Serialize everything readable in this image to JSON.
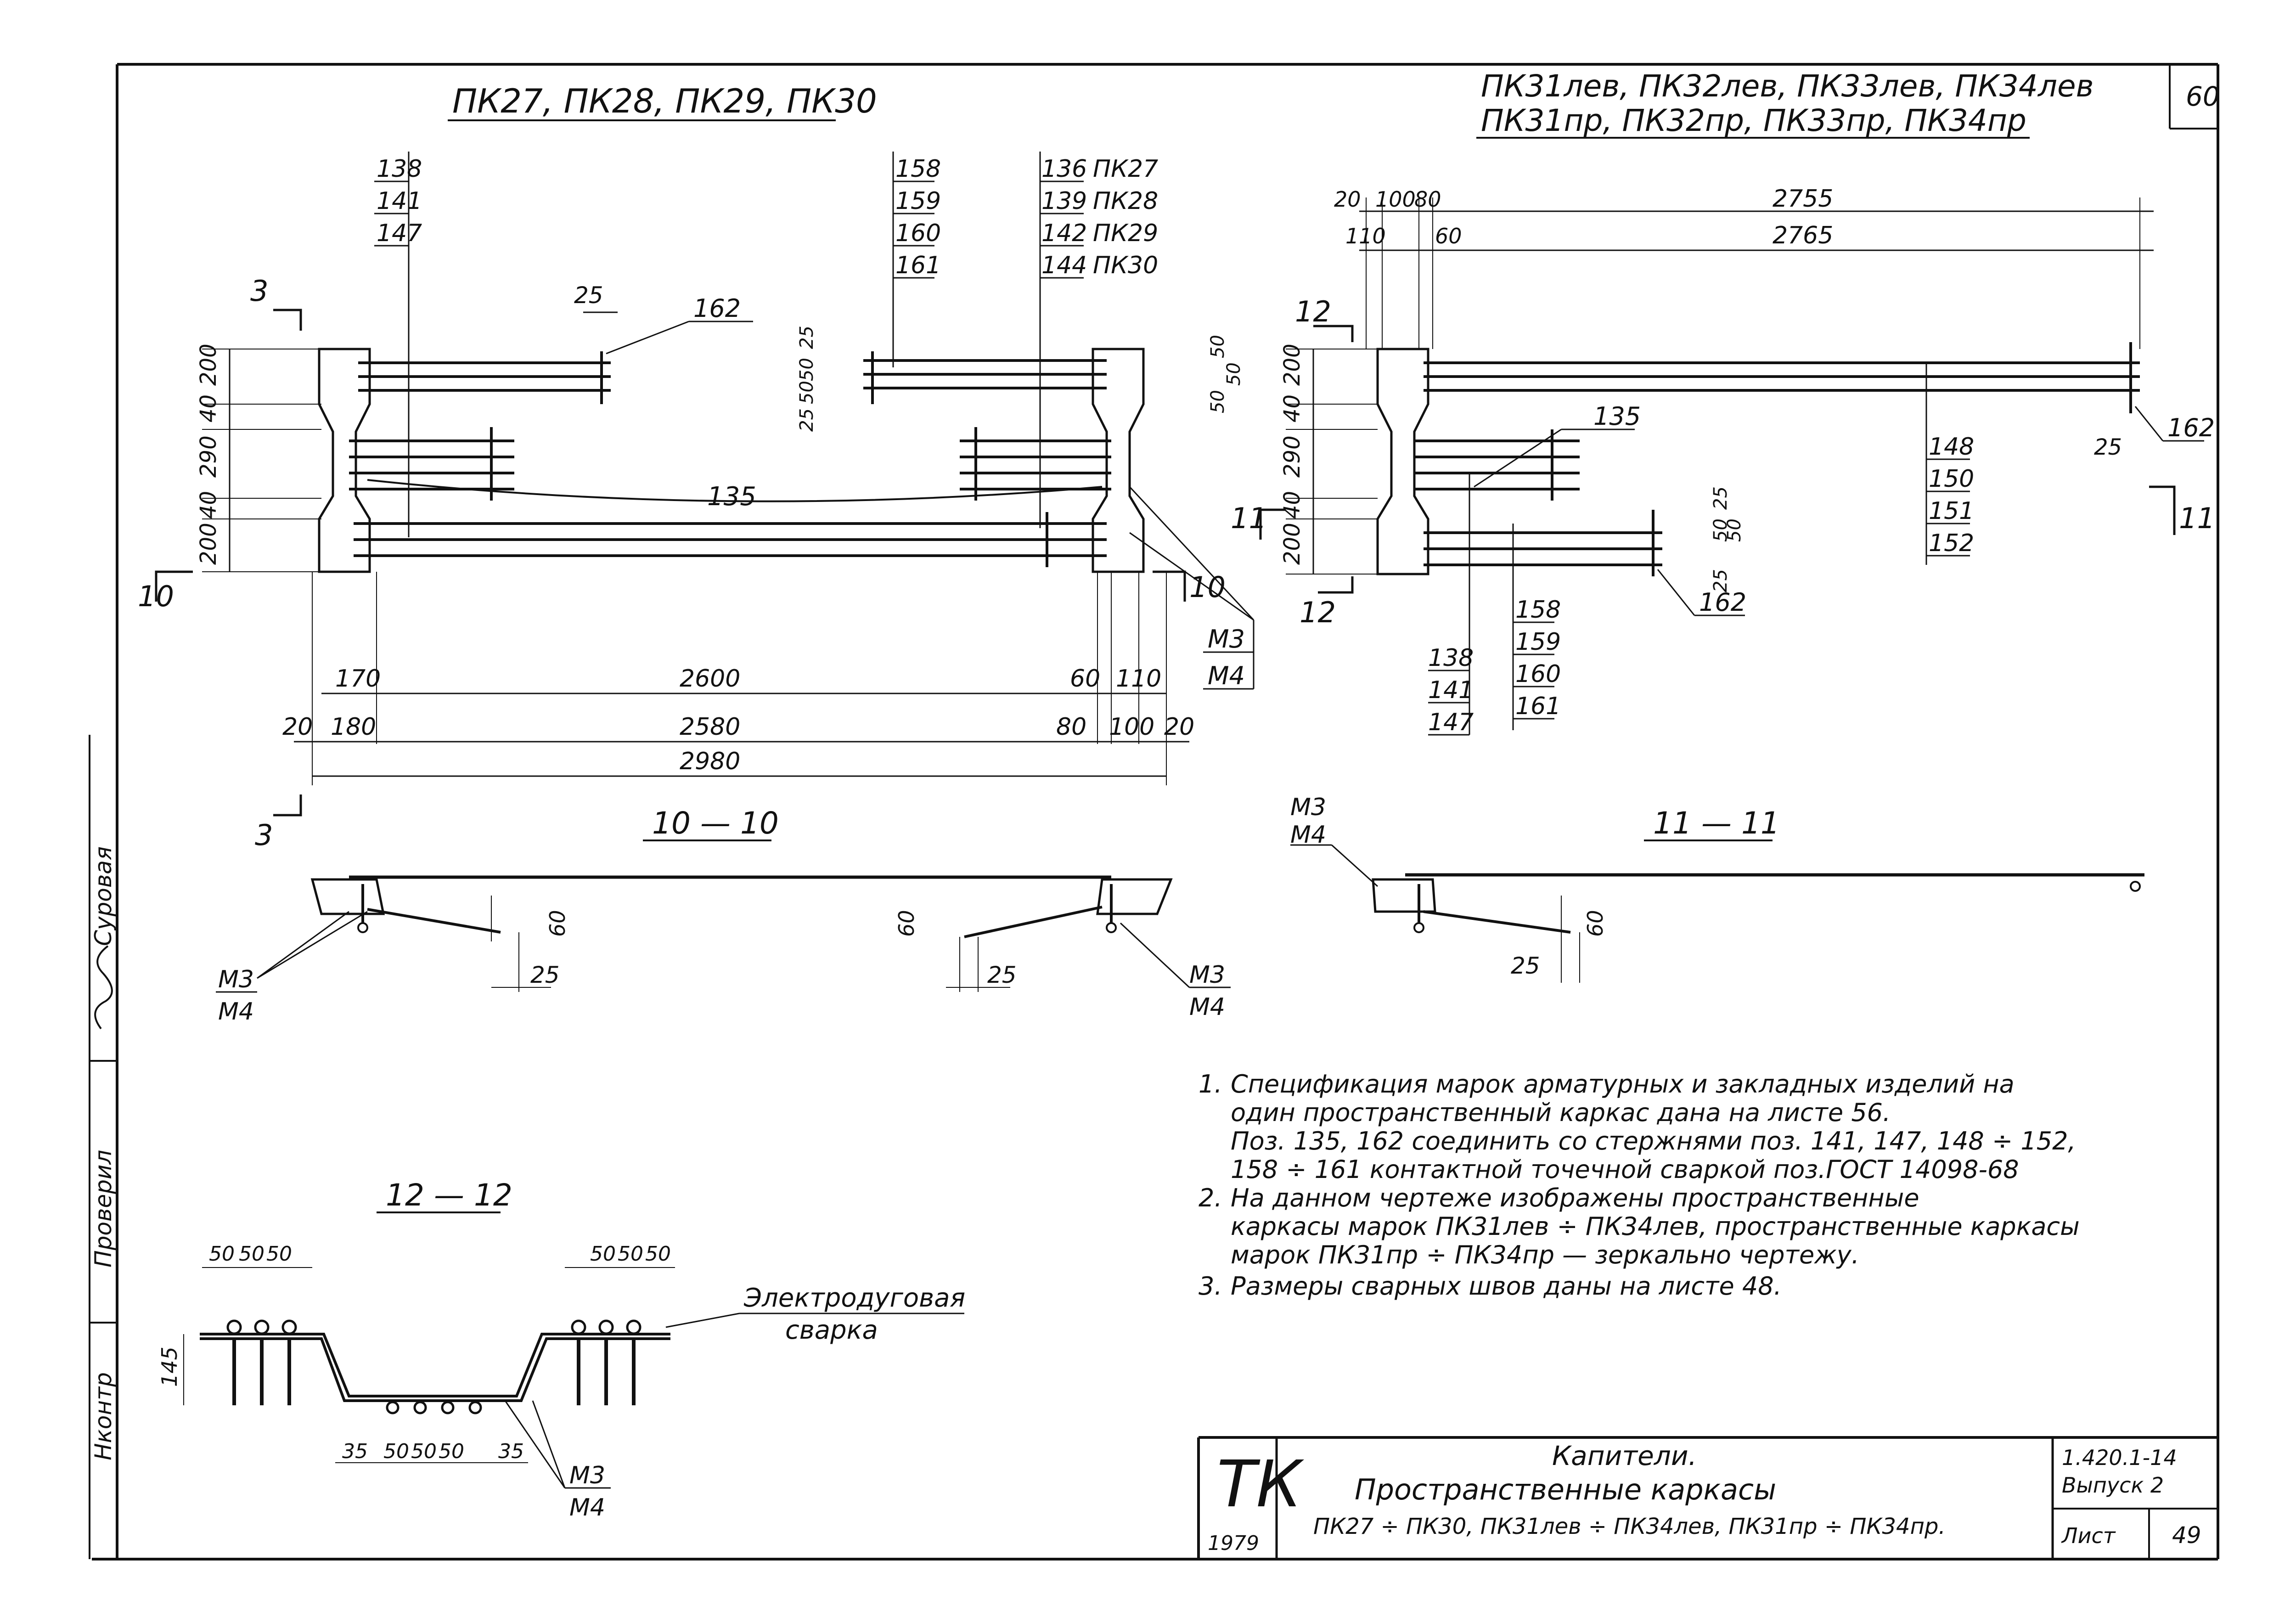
{
  "sheet_corner_number": "60",
  "left_view": {
    "title": "ПК27, ПК28, ПК29, ПК30",
    "pos_stack_a": [
      "138",
      "141",
      "147"
    ],
    "pos_stack_b": [
      "158",
      "159",
      "160",
      "161"
    ],
    "pos_stack_c": [
      "136",
      "139",
      "142",
      "144"
    ],
    "pos_stack_c_marks": [
      "ПК27",
      "ПК28",
      "ПК29",
      "ПК30"
    ],
    "pos_162": "162",
    "pos_135": "135",
    "dim_25": "25",
    "vert_dims": [
      "200",
      "40",
      "290",
      "40",
      "200"
    ],
    "small_dims_left": [
      "25",
      "50",
      "50",
      "25"
    ],
    "small_dims_right": [
      "50",
      "50",
      "50"
    ],
    "row1_dims": [
      "170",
      "2600",
      "60",
      "110"
    ],
    "row2_dims": [
      "20",
      "180",
      "2580",
      "80",
      "100",
      "20"
    ],
    "overall": "2980",
    "section_3": "3",
    "section_10": "10",
    "embed_marks": [
      "М3",
      "М4"
    ]
  },
  "right_view": {
    "title_line1": "ПК31лев, ПК32лев, ПК33лев, ПК34лев",
    "title_line2": "ПК31пр, ПК32пр, ПК33пр, ПК34пр",
    "top_dims_row1": [
      "20",
      "100",
      "80",
      "2755"
    ],
    "top_dims_row2": [
      "110",
      "60",
      "2765"
    ],
    "section_12": "12",
    "section_11": "11",
    "pos_135": "135",
    "pos_162": "162",
    "dim_25": "25",
    "vert_dims": [
      "200",
      "40",
      "290",
      "40",
      "200"
    ],
    "small_dims": [
      "25",
      "50",
      "50",
      "25"
    ],
    "pos_stack_d": [
      "148",
      "150",
      "151",
      "152"
    ],
    "pos_stack_e": [
      "138",
      "141",
      "147"
    ],
    "pos_stack_f": [
      "158",
      "159",
      "160",
      "161"
    ]
  },
  "section_10_10": {
    "title": "10 — 10",
    "dims": [
      "60",
      "25",
      "60",
      "25"
    ],
    "marks_left": [
      "М3",
      "М4"
    ],
    "marks_right": [
      "М3",
      "М4"
    ]
  },
  "section_11_11": {
    "title": "11 — 11",
    "dims": [
      "60",
      "25"
    ],
    "marks": [
      "М3",
      "М4"
    ]
  },
  "section_12_12": {
    "title": "12 — 12",
    "top_dims_left": [
      "50",
      "50",
      "50"
    ],
    "top_dims_right": [
      "50",
      "50",
      "50"
    ],
    "height_dim": "145",
    "bottom_dims": [
      "35",
      "50",
      "50",
      "50",
      "35"
    ],
    "weld_label_line1": "Электродуговая",
    "weld_label_line2": "сварка",
    "marks": [
      "М3",
      "М4"
    ]
  },
  "notes": [
    {
      "num": "1.",
      "lines": [
        "Спецификация марок арматурных и закладных изделий на",
        "один пространственный каркас дана на листе 56.",
        "Поз. 135, 162 соединить со стержнями поз. 141, 147, 148 ÷ 152,",
        "158 ÷ 161 контактной точечной сваркой поз.ГОСТ 14098-68"
      ]
    },
    {
      "num": "2.",
      "lines": [
        "На данном чертеже изображены пространственные",
        "каркасы марок ПК31лев ÷ ПК34лев, пространственные каркасы",
        "марок ПК31пр ÷ ПК34пр — зеркально чертежу."
      ]
    },
    {
      "num": "3.",
      "lines": [
        "Размеры сварных швов даны на листе 48."
      ]
    }
  ],
  "side_stamp": {
    "checked_label": "Проверил",
    "name": "Суровая",
    "bottom": "Нконтр"
  },
  "title_block": {
    "org": "ТК",
    "year": "1979",
    "name_line1": "Капители.",
    "name_line2": "Пространственные каркасы",
    "name_line3": "ПК27 ÷ ПК30, ПК31лев ÷ ПК34лев, ПК31пр ÷ ПК34пр.",
    "series": "1.420.1-14",
    "issue": "Выпуск 2",
    "sheet_label": "Лист",
    "sheet_no": "49"
  }
}
